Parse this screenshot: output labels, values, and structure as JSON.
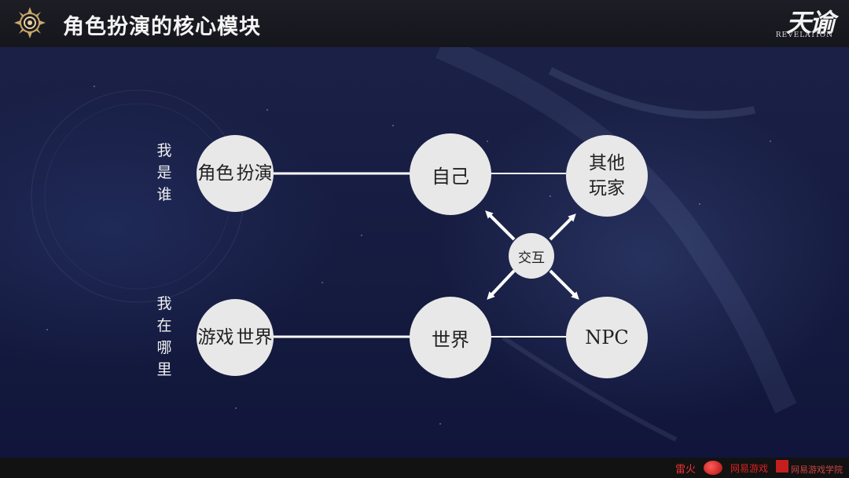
{
  "header": {
    "title": "角色扮演的核心模块",
    "logo_main": "天谕",
    "logo_sub": "REVELATION"
  },
  "side_labels": {
    "who": "我是谁",
    "where": "我在哪里"
  },
  "nodes": {
    "role_play_line1": "角色",
    "role_play_line2": "扮演",
    "self": "自己",
    "other_players_line1": "其他",
    "other_players_line2": "玩家",
    "interaction": "交互",
    "game_world_line1": "游戏",
    "game_world_line2": "世界",
    "world": "世界",
    "npc": "NPC"
  },
  "footer": {
    "logo_1": "雷火",
    "logo_2": "网易游戏",
    "logo_3": "网易游戏学院"
  },
  "colors": {
    "node_fill": "#e8e8e8",
    "background": "#161c40",
    "header_bar": "#18181f"
  }
}
